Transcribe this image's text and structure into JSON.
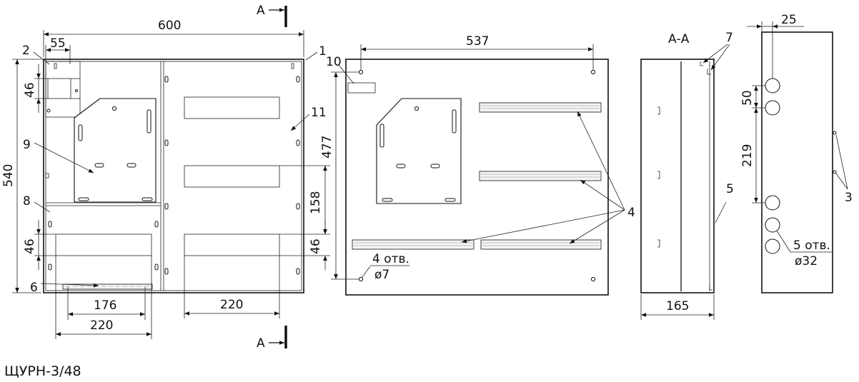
{
  "title": "ЩУРН-3/48",
  "section": {
    "name": "А-А",
    "mark": "А"
  },
  "front_view": {
    "dims": {
      "width": "600",
      "height": "540",
      "top_left": "55",
      "left_46a": "46",
      "left_46b": "46",
      "mid_158": "158",
      "mid_46": "46",
      "bottom_176": "176",
      "bottom_220a": "220",
      "bottom_220b": "220"
    },
    "callouts": {
      "c1": "1",
      "c2": "2",
      "c6": "6",
      "c8": "8",
      "c9": "9",
      "c11": "11"
    }
  },
  "panel_view": {
    "dims": {
      "width": "537",
      "height": "477"
    },
    "callouts": {
      "c10": "10",
      "c4": "4"
    },
    "holes_note": {
      "line1": "4 отв.",
      "line2": "ø7"
    }
  },
  "section_view": {
    "dims": {
      "depth": "165"
    },
    "callouts": {
      "c7": "7",
      "c5": "5"
    }
  },
  "side_view": {
    "dims": {
      "top_25": "25",
      "gap_50": "50",
      "gap_219": "219"
    },
    "callouts": {
      "c3": "3"
    },
    "holes_note": {
      "line1": "5 отв.",
      "line2": "ø32"
    }
  }
}
